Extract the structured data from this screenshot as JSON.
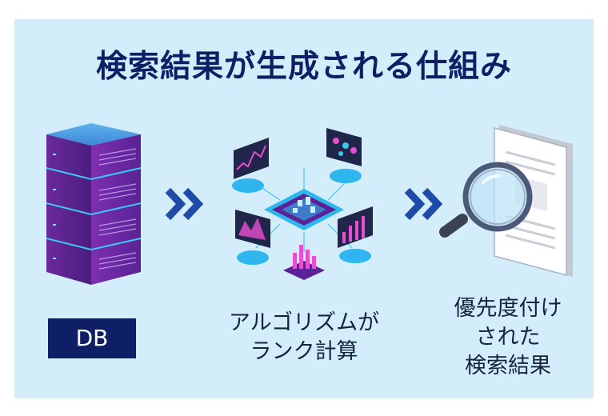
{
  "title": "検索結果が生成される仕組み",
  "db_label": "DB",
  "algorithm_caption": [
    "アルゴリズムが",
    "ランク計算"
  ],
  "result_caption": [
    "優先度付け",
    "された",
    "検索結果"
  ],
  "icons": {
    "server": "server-rack-icon",
    "arrow": "double-chevron-right-icon",
    "algorithm": "algorithm-network-icon",
    "search": "magnifier-document-icon"
  },
  "colors": {
    "background": "#d3eefa",
    "title": "#0f1f66",
    "label_bg": "#0f1f66",
    "chevron": "#1f4aa8",
    "text": "#14233f"
  }
}
